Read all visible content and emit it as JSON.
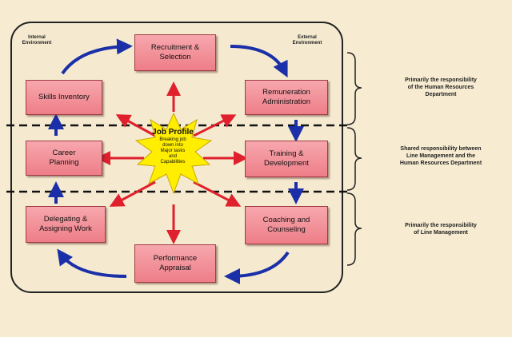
{
  "corners": {
    "internal": "Internal\nEnvironment",
    "external": "External\nEnvironment"
  },
  "boxes": {
    "recruitment": "Recruitment &\nSelection",
    "skills": "Skills Inventory",
    "remuneration": "Remuneration\nAdministration",
    "career": "Career\nPlanning",
    "training": "Training &\nDevelopment",
    "delegating": "Delegating &\nAssigning Work",
    "coaching": "Coaching and\nCounseling",
    "performance": "Performance\nAppraisal"
  },
  "center": {
    "title": "Job Profile",
    "subtitle": "Breaking job\ndown into\nMajor tasks\nand\nCapabilities"
  },
  "responsibility": {
    "top": "Primarily the responsibility\nof the Human Resources\nDepartment",
    "middle": "Shared responsibility between\nLine Management and the\nHuman Resources Department",
    "bottom": "Primarily the responsibility\nof Line Management"
  },
  "colors": {
    "box_fill": "#f29098",
    "red_arrow": "#e0202c",
    "blue_arrow": "#1a2fa8",
    "star": "#ffee00",
    "background": "#f7ecd2"
  }
}
